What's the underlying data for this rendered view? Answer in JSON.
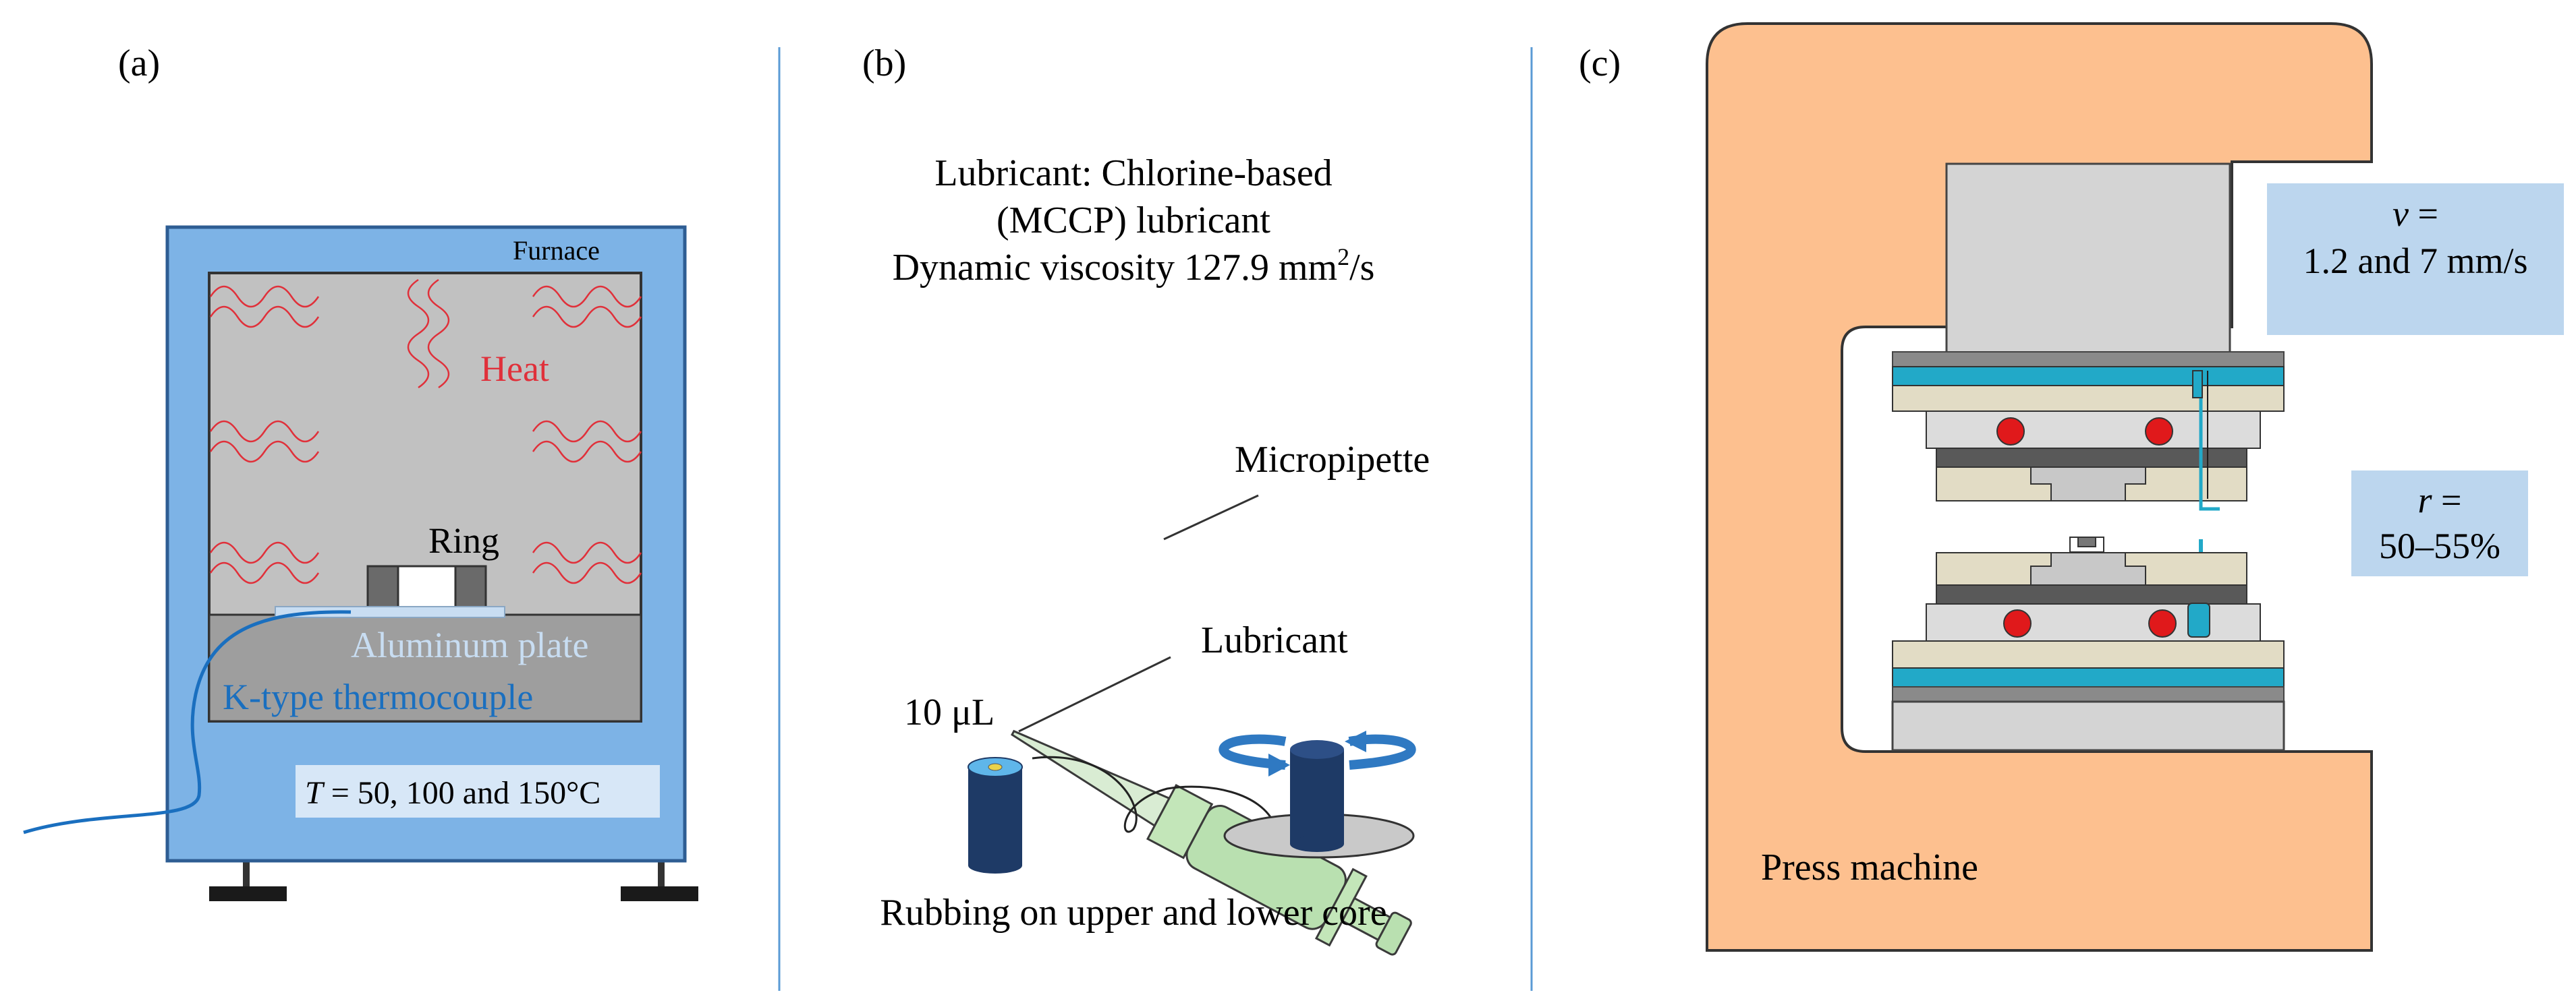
{
  "panel_a": {
    "label": "(a)",
    "furnace_label": "Furnace",
    "heat_label": "Heat",
    "ring_label": "Ring",
    "plate_label": "Aluminum plate",
    "thermocouple_label": "K-type thermocouple",
    "temperature_var": "T",
    "temperature_text": " = 50, 100 and 150°C",
    "colors": {
      "furnace": "#7db3e6",
      "chamber": "#c1c1c1",
      "heat": "#e0303a",
      "thermocouple": "#1a6fbf"
    }
  },
  "panel_b": {
    "label": "(b)",
    "lubricant_line1": "Lubricant: Chlorine-based",
    "lubricant_line2": "(MCCP) lubricant",
    "viscosity_text": "Dynamic viscosity 127.9 mm",
    "viscosity_sup": "2",
    "viscosity_unit": "/s",
    "micropipette_label": "Micropipette",
    "lubricant_label": "Lubricant",
    "volume_label": "10 μL",
    "rubbing_label": "Rubbing on upper and lower core",
    "colors": {
      "pipette": "#b9e0b0",
      "core": "#1e3a66",
      "arrow": "#2f79c2"
    }
  },
  "panel_c": {
    "label": "(c)",
    "velocity_var": "v",
    "velocity_eq": " =",
    "velocity_value": "1.2 and 7 mm/s",
    "ratio_var": "r",
    "ratio_eq": " =",
    "ratio_value": "50–55%",
    "press_label": "Press machine",
    "colors": {
      "press": "#fdc08f",
      "box": "#bcd6ee",
      "die_blue": "#22a9c8",
      "die_beige": "#e2dcc5",
      "pin": "#e0191b"
    }
  }
}
